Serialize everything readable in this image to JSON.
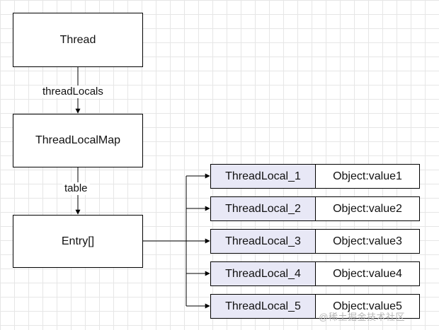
{
  "nodes": {
    "thread": "Thread",
    "thread_local_map": "ThreadLocalMap",
    "entry_array": "Entry[]"
  },
  "edges": {
    "thread_to_map": "threadLocals",
    "map_to_entry": "table"
  },
  "entries": [
    {
      "key": "ThreadLocal_1",
      "value": "Object:value1"
    },
    {
      "key": "ThreadLocal_2",
      "value": "Object:value2"
    },
    {
      "key": "ThreadLocal_3",
      "value": "Object:value3"
    },
    {
      "key": "ThreadLocal_4",
      "value": "Object:value4"
    },
    {
      "key": "ThreadLocal_5",
      "value": "Object:value5"
    }
  ],
  "colors": {
    "key_cell_fill": "#e8e8f6",
    "grid": "#e6e6e6",
    "stroke": "#000000"
  },
  "watermark": "@稀土掘金技术社区"
}
